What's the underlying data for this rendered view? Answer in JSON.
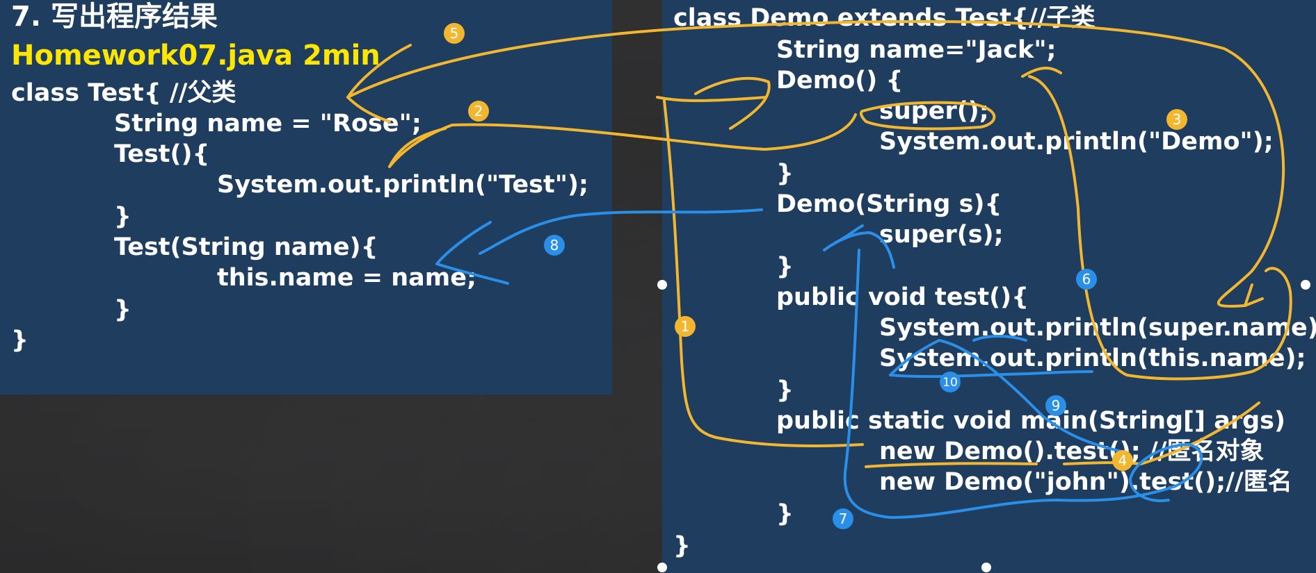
{
  "left_code": {
    "title": "7. 写出程序结果",
    "subtitle": "Homework07.java 2min",
    "lines": [
      "class Test{ //父类",
      "String name = \"Rose\";",
      "Test(){",
      "System.out.println(\"Test\");",
      "}",
      "Test(String name){",
      "this.name = name;",
      "}",
      "}"
    ]
  },
  "right_code": {
    "lines": [
      "class Demo extends Test{//子类",
      "String name=\"Jack\";",
      "Demo() {",
      "super();",
      "System.out.println(\"Demo\");",
      "}",
      "Demo(String s){",
      "super(s);",
      "}",
      "public void test(){",
      "System.out.println(super.name);",
      "System.out.println(this.name);",
      "}",
      "public static void main(String[] args)      {",
      "new Demo().test(); //匿名对象",
      "new Demo(\"john\").test();//匿名",
      "}",
      "}"
    ]
  },
  "annotations": {
    "yellow_badges": [
      "1",
      "2",
      "3",
      "4",
      "5"
    ],
    "blue_badges": [
      "6",
      "7",
      "8",
      "9",
      "10"
    ]
  },
  "colors": {
    "panel": "#1f3d5f",
    "code_text": "#ffffff",
    "subtitle": "#ffe600",
    "yellow_ink": "#f2b72e",
    "blue_ink": "#2a8fe8"
  }
}
